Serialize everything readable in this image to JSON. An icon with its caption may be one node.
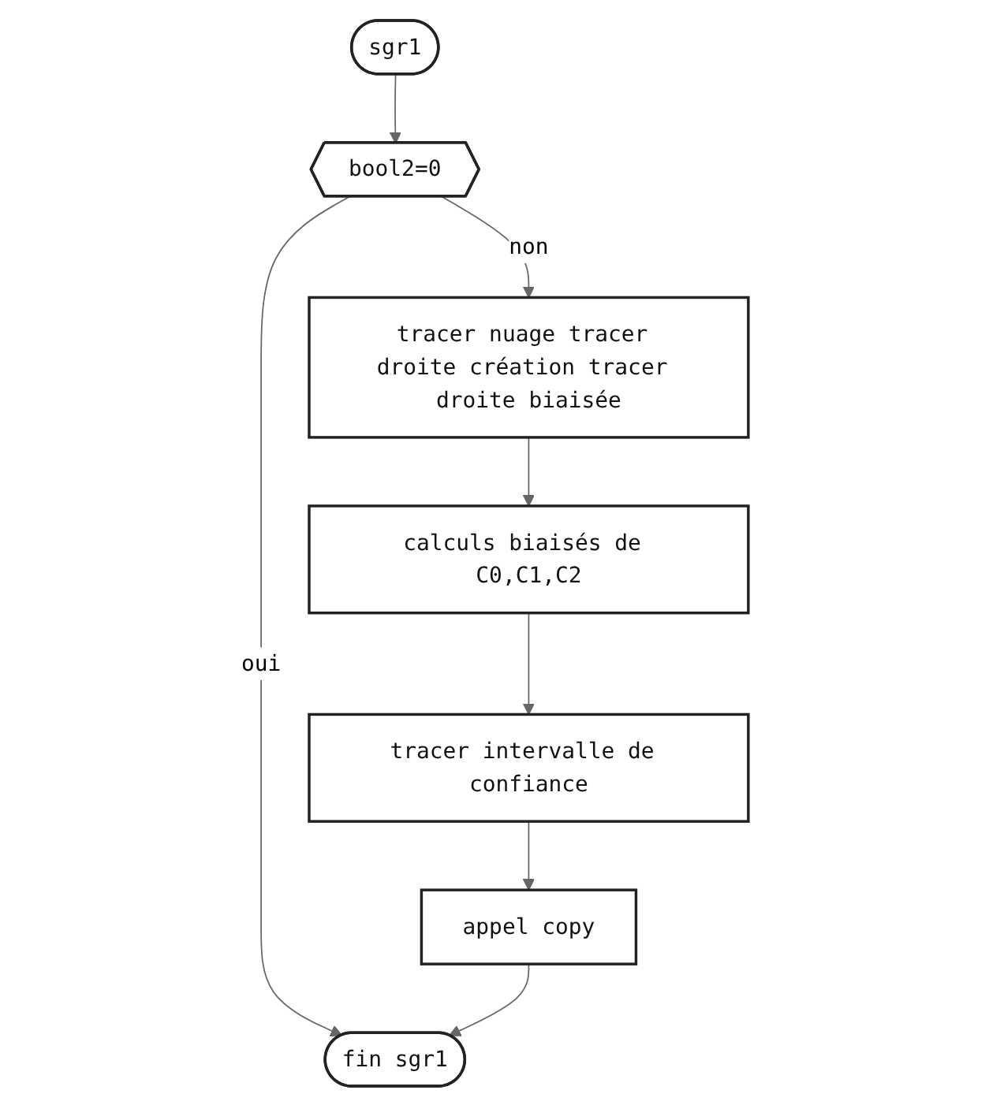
{
  "diagram": {
    "nodes": [
      {
        "text": [
          "sgr1"
        ]
      },
      {
        "text": [
          "bool2=0"
        ]
      },
      {
        "text": [
          "tracer nuage tracer droite création tracer droite biaisée"
        ]
      },
      {
        "text": [
          "calculs biaisés de C0,C1,C2"
        ]
      },
      {
        "text": [
          "tracer intervalle de confiance"
        ]
      },
      {
        "text": [
          "appel copy"
        ]
      },
      {
        "text": [
          "fin sgr1"
        ]
      }
    ],
    "edges": [
      {
        "from": 0,
        "to": 1,
        "arrow": "to"
      },
      {
        "from": 1,
        "to": 2,
        "arrow": "to",
        "label": "non"
      },
      {
        "from": 1,
        "to": 6,
        "arrow": "to",
        "label": "oui"
      },
      {
        "from": 2,
        "to": 3,
        "arrow": "to"
      },
      {
        "from": 3,
        "to": 4,
        "arrow": "to"
      },
      {
        "from": 4,
        "to": 5,
        "arrow": "to"
      },
      {
        "from": 5,
        "to": 6,
        "arrow": "to"
      }
    ]
  }
}
